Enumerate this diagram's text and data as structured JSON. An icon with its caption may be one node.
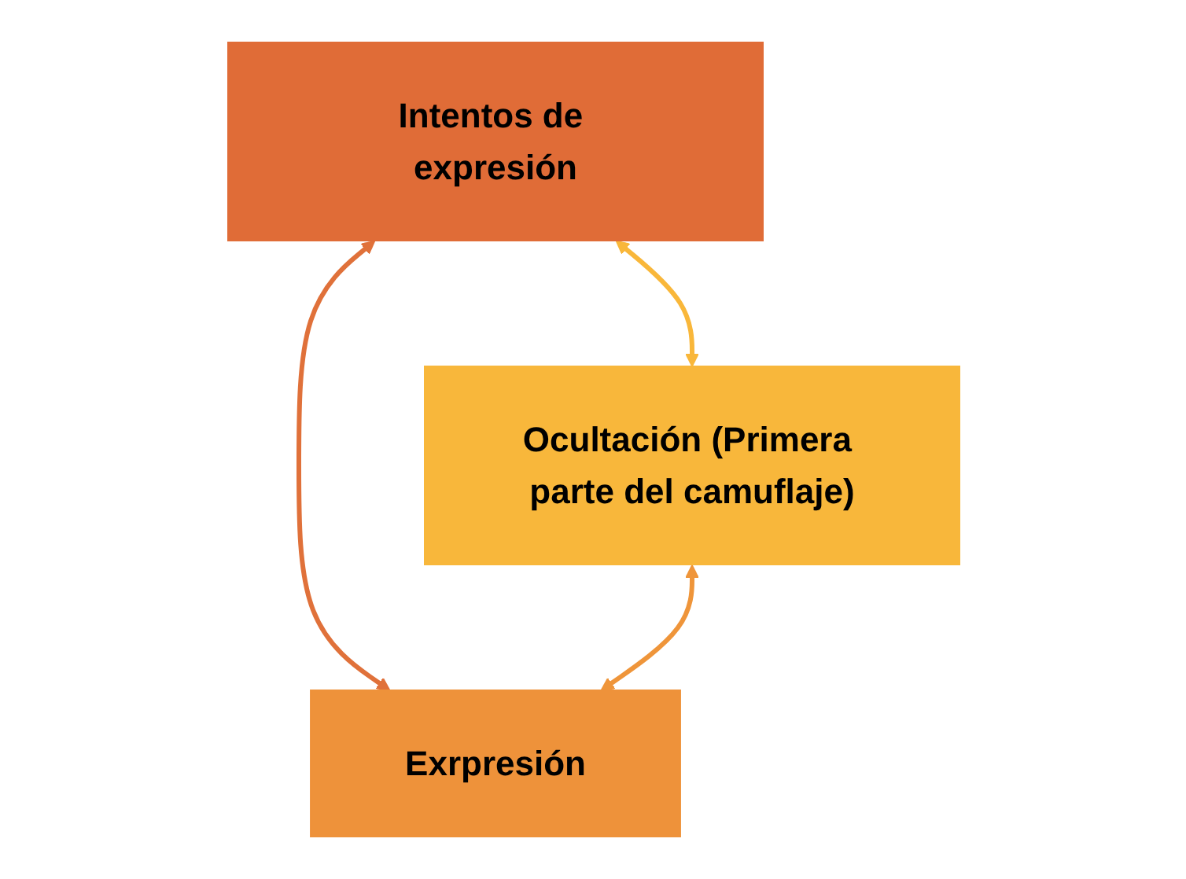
{
  "diagram": {
    "nodes": [
      {
        "text": [
          "Intentos de expresión"
        ]
      },
      {
        "text": [
          "Ocultación (Primera parte del camuflaje)"
        ]
      },
      {
        "text": [
          "Exrpresión"
        ]
      }
    ],
    "edges": [
      {
        "from": 0,
        "to": 1,
        "arrow": "both",
        "color": "#f9b73a"
      },
      {
        "from": 0,
        "to": 2,
        "arrow": "both",
        "color": "#e0713a"
      },
      {
        "from": 1,
        "to": 2,
        "arrow": "both",
        "color": "#ef953a"
      }
    ]
  }
}
